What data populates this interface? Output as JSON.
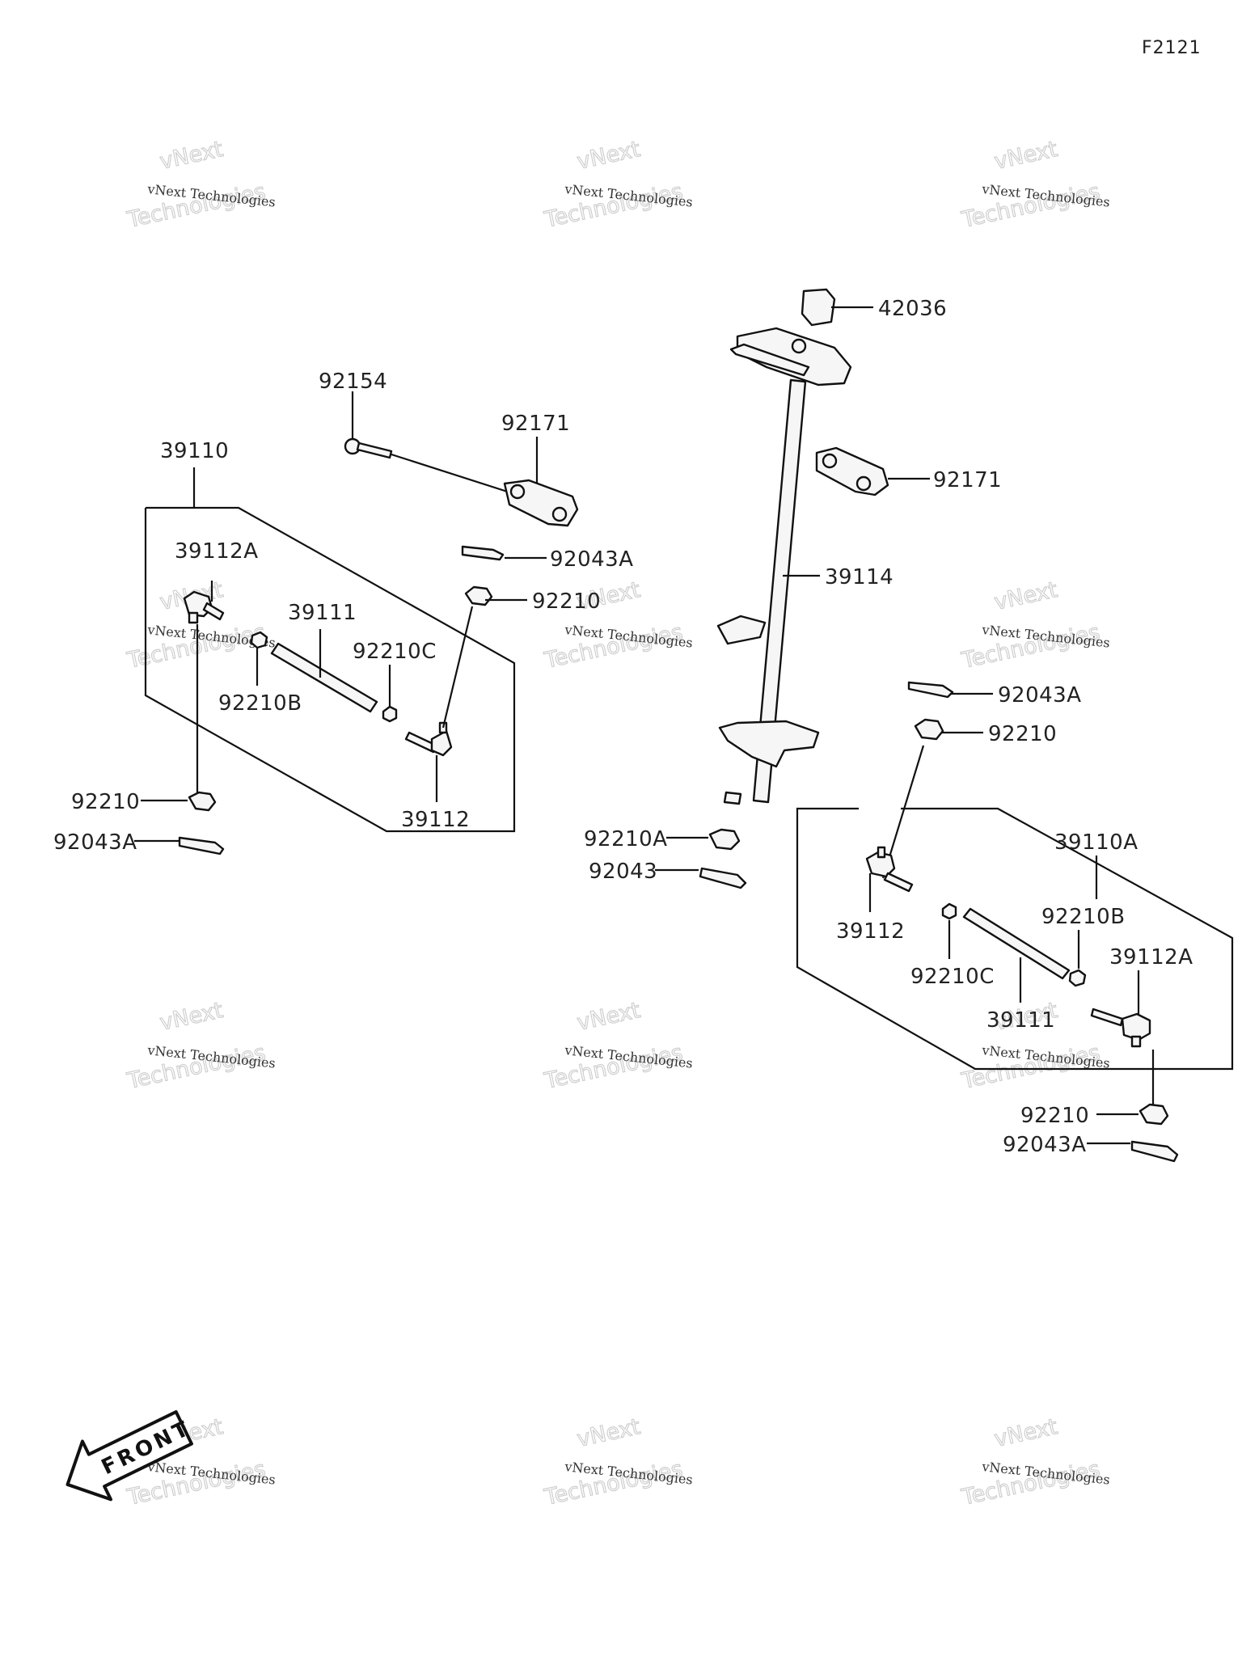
{
  "figure_code": "F2121",
  "watermark": {
    "line1": "vNext Technologies",
    "line2": "vNext",
    "line3": "Technologies"
  },
  "front_label": "FRONT",
  "labels": {
    "p42036": "42036",
    "p92154": "92154",
    "p92171_left": "92171",
    "p92171_right": "92171",
    "p39110": "39110",
    "p39110A": "39110A",
    "p39114": "39114",
    "p39112A_left": "39112A",
    "p39112A_right": "39112A",
    "p39111_left": "39111",
    "p39111_right": "39111",
    "p92210C_left": "92210C",
    "p92210C_right": "92210C",
    "p92210B_left": "92210B",
    "p92210B_right": "92210B",
    "p92043A_top_left": "92043A",
    "p92043A_top_right": "92043A",
    "p92043A_bottom_left": "92043A",
    "p92043A_bottom_right": "92043A",
    "p92210_top_left": "92210",
    "p92210_top_right": "92210",
    "p92210_bottom_left": "92210",
    "p92210_bottom_right": "92210",
    "p39112_left": "39112",
    "p39112_right": "39112",
    "p92210A": "92210A",
    "p92043": "92043"
  }
}
